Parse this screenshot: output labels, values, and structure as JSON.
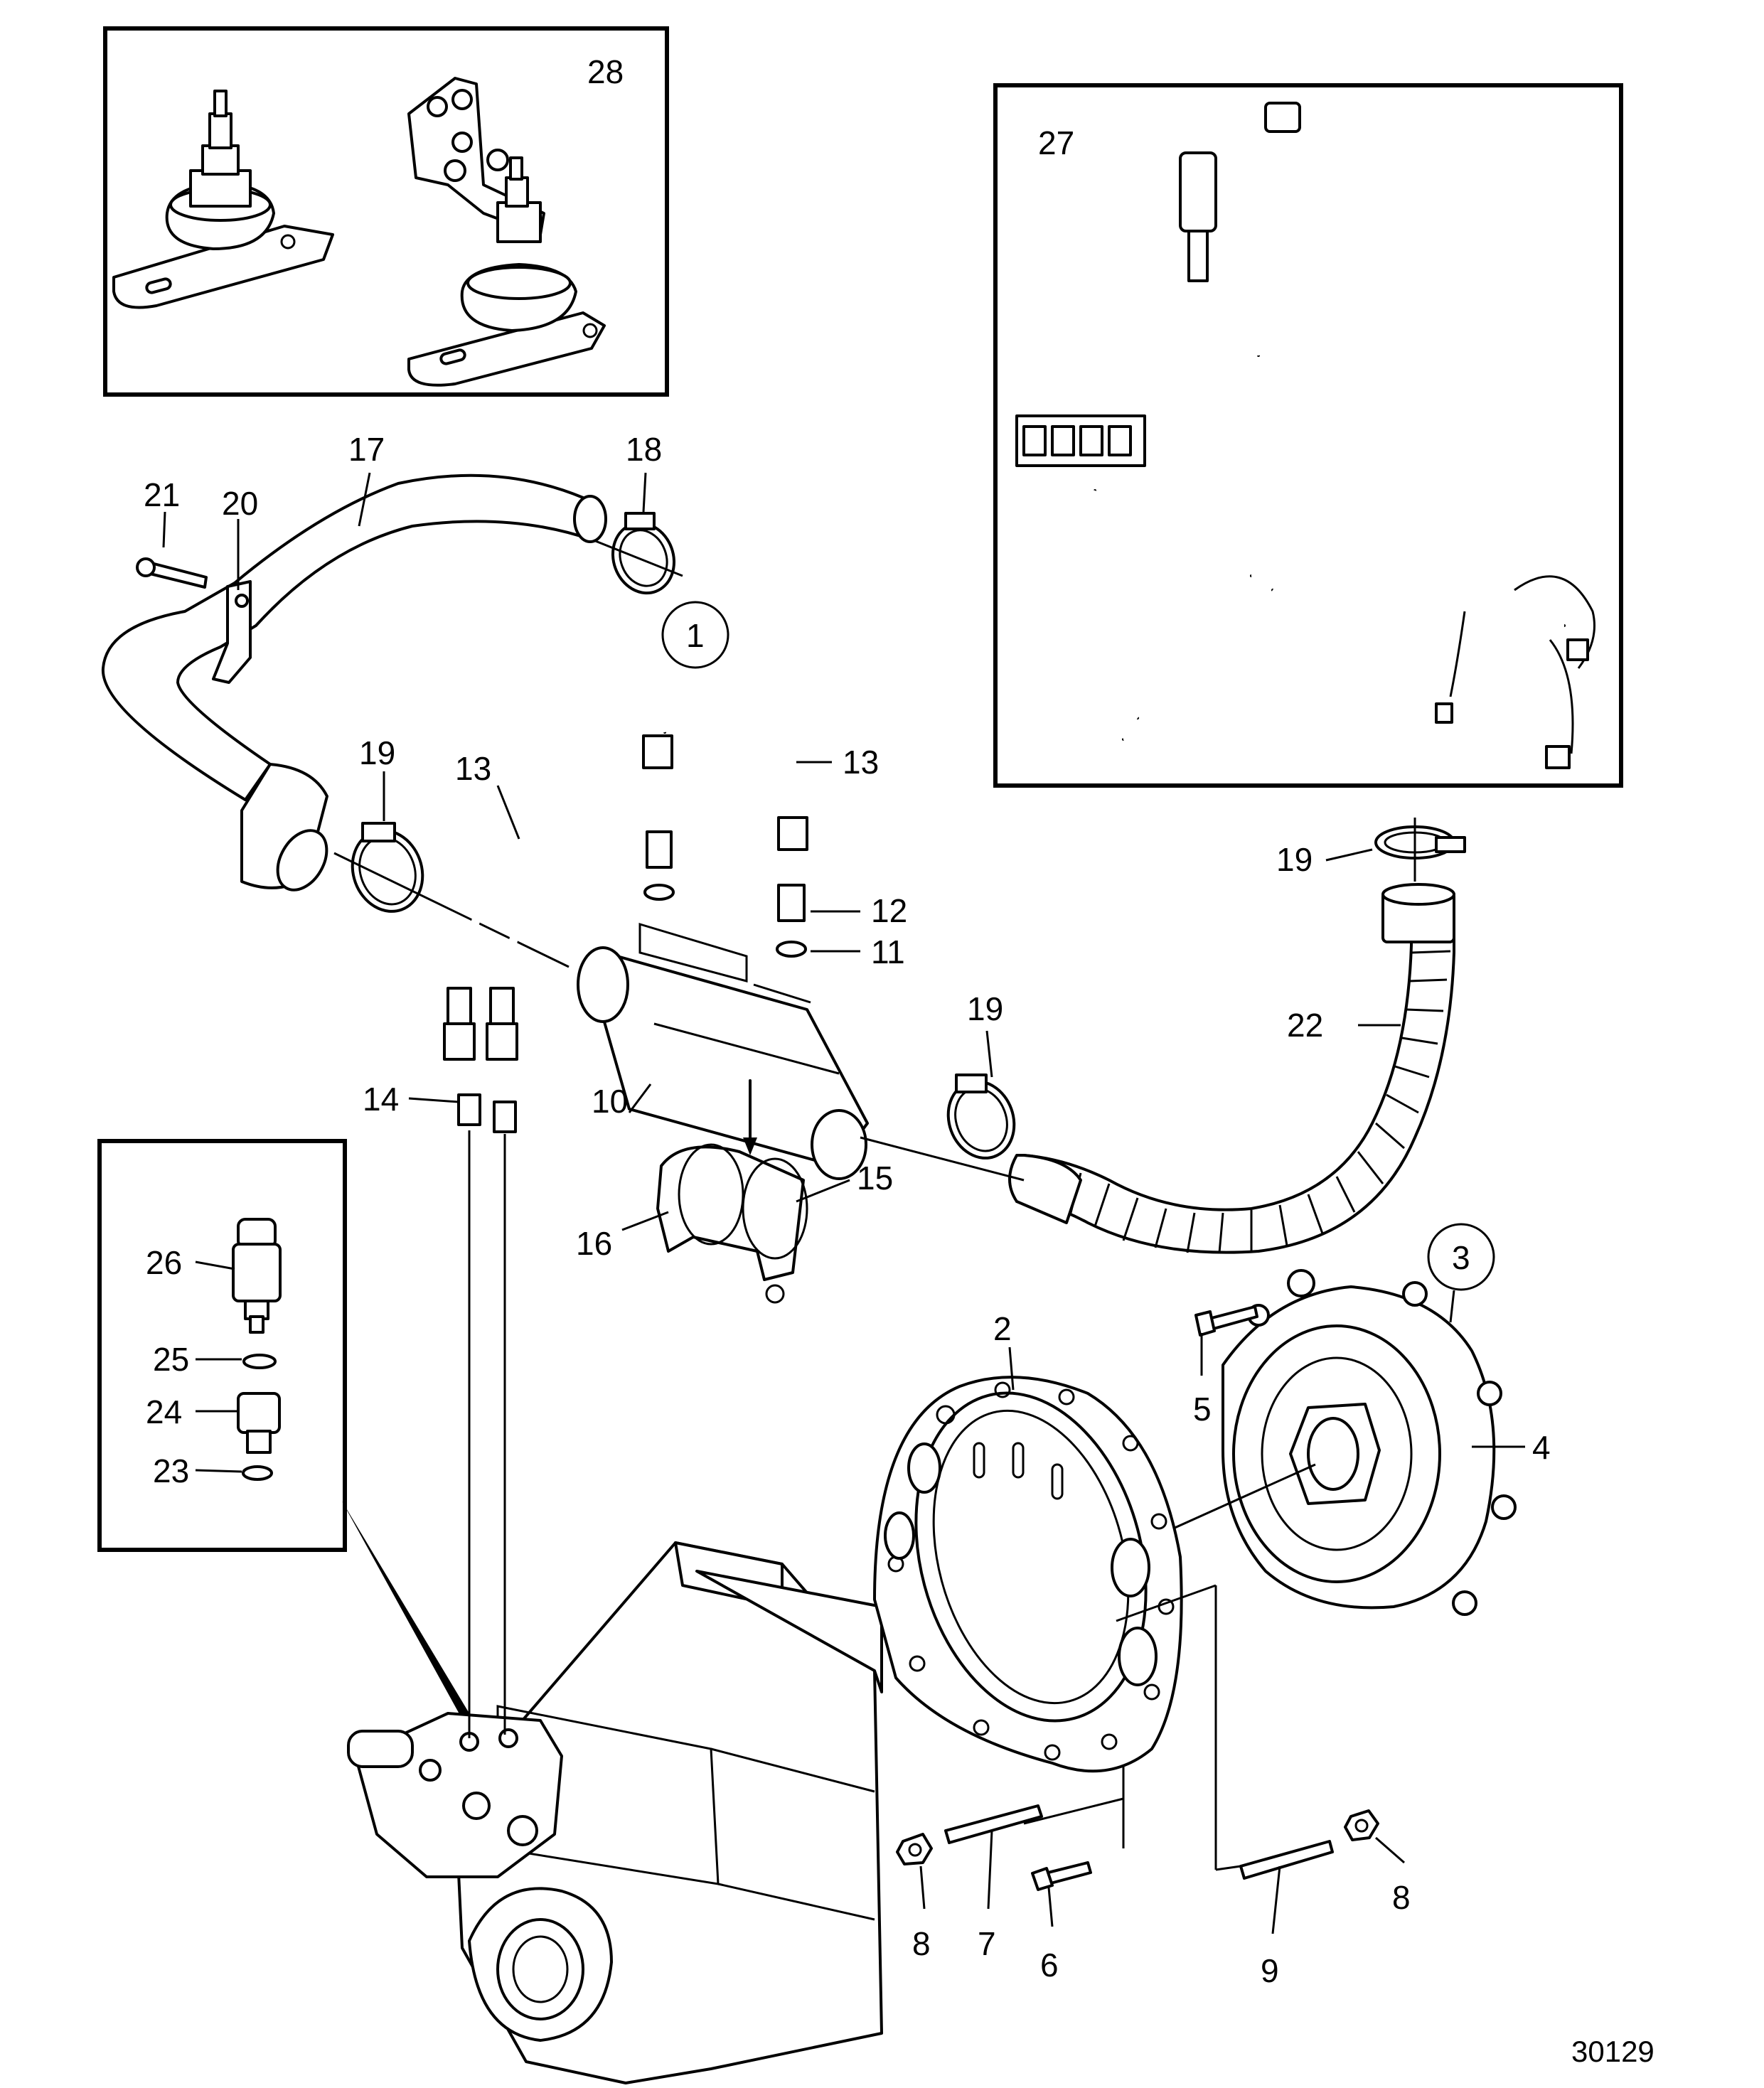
{
  "figure_number": "30129",
  "callouts": [
    {
      "id": "c28",
      "label": "28"
    },
    {
      "id": "c27",
      "label": "27"
    },
    {
      "id": "c17",
      "label": "17"
    },
    {
      "id": "c18",
      "label": "18"
    },
    {
      "id": "c21",
      "label": "21"
    },
    {
      "id": "c20",
      "label": "20"
    },
    {
      "id": "c1",
      "label": "1"
    },
    {
      "id": "c19a",
      "label": "19"
    },
    {
      "id": "c13a",
      "label": "13"
    },
    {
      "id": "c13b",
      "label": "13"
    },
    {
      "id": "c12",
      "label": "12"
    },
    {
      "id": "c11",
      "label": "11"
    },
    {
      "id": "c19b",
      "label": "19"
    },
    {
      "id": "c22",
      "label": "22"
    },
    {
      "id": "c19c",
      "label": "19"
    },
    {
      "id": "c14",
      "label": "14"
    },
    {
      "id": "c10",
      "label": "10"
    },
    {
      "id": "c15",
      "label": "15"
    },
    {
      "id": "c16",
      "label": "16"
    },
    {
      "id": "c26",
      "label": "26"
    },
    {
      "id": "c25",
      "label": "25"
    },
    {
      "id": "c24",
      "label": "24"
    },
    {
      "id": "c23",
      "label": "23"
    },
    {
      "id": "c3",
      "label": "3"
    },
    {
      "id": "c2",
      "label": "2"
    },
    {
      "id": "c5",
      "label": "5"
    },
    {
      "id": "c4",
      "label": "4"
    },
    {
      "id": "c8a",
      "label": "8"
    },
    {
      "id": "c7",
      "label": "7"
    },
    {
      "id": "c6",
      "label": "6"
    },
    {
      "id": "c9",
      "label": "9"
    },
    {
      "id": "c8b",
      "label": "8"
    }
  ]
}
